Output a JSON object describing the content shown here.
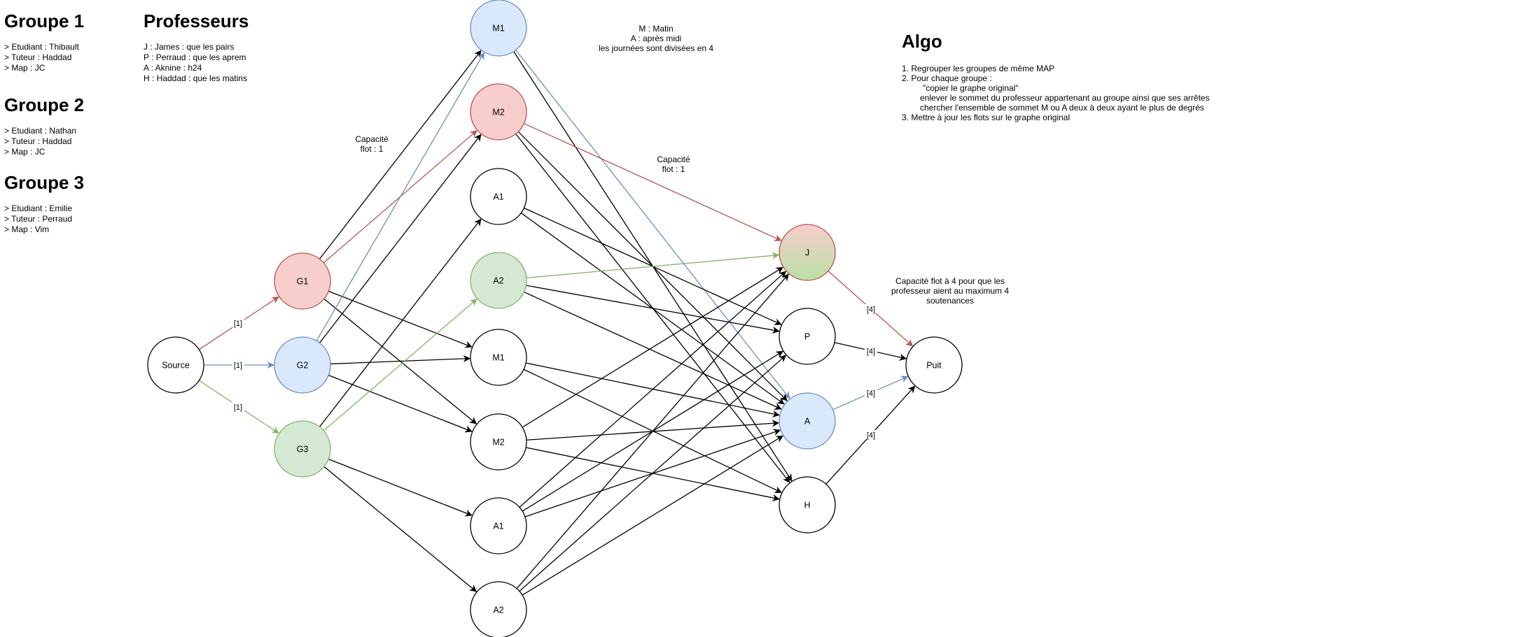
{
  "groups": [
    {
      "title": "Groupe 1",
      "lines": [
        "> Etudiant : Thibault",
        "> Tuteur : Haddad",
        "> Map : JC"
      ]
    },
    {
      "title": "Groupe 2",
      "lines": [
        "> Etudiant : Nathan",
        "> Tuteur : Haddad",
        "> Map : JC"
      ]
    },
    {
      "title": "Groupe 3",
      "lines": [
        "> Etudiant : Emilie",
        "> Tuteur : Perraud",
        "> Map : Vim"
      ]
    }
  ],
  "professeurs": {
    "title": "Professeurs",
    "lines": [
      "J : James : que les pairs",
      "P : Perraud : que les aprem",
      "A : Aknine : h24",
      "H : Haddad : que les matins"
    ]
  },
  "legend": {
    "lines": [
      "M : Matin",
      "A : après midi",
      "les journées sont divisées en 4"
    ]
  },
  "algo": {
    "title": "Algo",
    "steps": [
      "1. Regrouper les groupes de même MAP",
      "2. Pour chaque groupe :",
      "\"copier le graphe original\"",
      "enlever le sommet du professeur appartenant au groupe ainsi que ses arrêtes",
      "chercher l'ensemble de sommet M ou A deux à deux ayant le plus de degrés",
      "3. Mettre à jour les flots sur le graphe original"
    ]
  },
  "annotations": {
    "capacity_left": [
      "Capacité",
      "flot : 1"
    ],
    "capacity_right": [
      "Capacité",
      "flot : 1"
    ],
    "capacity_prof": [
      "Capacité flot à 4 pour que les",
      "professeur aient au maximum 4",
      "soutenances"
    ]
  },
  "colors": {
    "red_fill": "#f8cecc",
    "red_stroke": "#b85450",
    "blue_fill": "#dae8fc",
    "blue_stroke": "#6c8ebf",
    "green_fill": "#d5e8d4",
    "green_stroke": "#82b366",
    "white_fill": "#ffffff",
    "black_stroke": "#000000"
  },
  "nodes": [
    {
      "id": "source",
      "label": "Source",
      "style": "white"
    },
    {
      "id": "g1",
      "label": "G1",
      "style": "red"
    },
    {
      "id": "g2",
      "label": "G2",
      "style": "blue"
    },
    {
      "id": "g3",
      "label": "G3",
      "style": "green"
    },
    {
      "id": "m1a",
      "label": "M1",
      "style": "blue"
    },
    {
      "id": "m2a",
      "label": "M2",
      "style": "red"
    },
    {
      "id": "a1a",
      "label": "A1",
      "style": "white"
    },
    {
      "id": "a2a",
      "label": "A2",
      "style": "green"
    },
    {
      "id": "m1b",
      "label": "M1",
      "style": "white"
    },
    {
      "id": "m2b",
      "label": "M2",
      "style": "white"
    },
    {
      "id": "a1b",
      "label": "A1",
      "style": "white"
    },
    {
      "id": "a2b",
      "label": "A2",
      "style": "white"
    },
    {
      "id": "j",
      "label": "J",
      "style": "gradient"
    },
    {
      "id": "p",
      "label": "P",
      "style": "white"
    },
    {
      "id": "a",
      "label": "A",
      "style": "blue"
    },
    {
      "id": "h",
      "label": "H",
      "style": "white"
    },
    {
      "id": "puit",
      "label": "Puit",
      "style": "white"
    }
  ],
  "edges": [
    {
      "from": "source",
      "to": "g1",
      "color": "red",
      "label": "[1]"
    },
    {
      "from": "source",
      "to": "g2",
      "color": "blue",
      "label": "[1]"
    },
    {
      "from": "source",
      "to": "g3",
      "color": "green",
      "label": "[1]"
    },
    {
      "from": "g1",
      "to": "m1a",
      "color": "black"
    },
    {
      "from": "g1",
      "to": "m2a",
      "color": "red"
    },
    {
      "from": "g1",
      "to": "m1b",
      "color": "black"
    },
    {
      "from": "g1",
      "to": "m2b",
      "color": "black"
    },
    {
      "from": "g2",
      "to": "m1a",
      "color": "blue"
    },
    {
      "from": "g2",
      "to": "m2a",
      "color": "black"
    },
    {
      "from": "g2",
      "to": "m1b",
      "color": "black"
    },
    {
      "from": "g2",
      "to": "m2b",
      "color": "black"
    },
    {
      "from": "g3",
      "to": "a1a",
      "color": "black"
    },
    {
      "from": "g3",
      "to": "a2a",
      "color": "green"
    },
    {
      "from": "g3",
      "to": "a1b",
      "color": "black"
    },
    {
      "from": "g3",
      "to": "a2b",
      "color": "black"
    },
    {
      "from": "m1a",
      "to": "a",
      "color": "blue"
    },
    {
      "from": "m1a",
      "to": "h",
      "color": "black"
    },
    {
      "from": "m2a",
      "to": "j",
      "color": "red"
    },
    {
      "from": "m2a",
      "to": "a",
      "color": "black"
    },
    {
      "from": "m2a",
      "to": "h",
      "color": "black"
    },
    {
      "from": "a1a",
      "to": "p",
      "color": "black"
    },
    {
      "from": "a1a",
      "to": "a",
      "color": "black"
    },
    {
      "from": "a2a",
      "to": "j",
      "color": "green"
    },
    {
      "from": "a2a",
      "to": "p",
      "color": "black"
    },
    {
      "from": "a2a",
      "to": "a",
      "color": "black"
    },
    {
      "from": "m1b",
      "to": "a",
      "color": "black"
    },
    {
      "from": "m1b",
      "to": "h",
      "color": "black"
    },
    {
      "from": "m2b",
      "to": "j",
      "color": "black"
    },
    {
      "from": "m2b",
      "to": "a",
      "color": "black"
    },
    {
      "from": "m2b",
      "to": "h",
      "color": "black"
    },
    {
      "from": "a1b",
      "to": "j",
      "color": "black"
    },
    {
      "from": "a1b",
      "to": "p",
      "color": "black"
    },
    {
      "from": "a1b",
      "to": "a",
      "color": "black"
    },
    {
      "from": "a2b",
      "to": "j",
      "color": "black"
    },
    {
      "from": "a2b",
      "to": "p",
      "color": "black"
    },
    {
      "from": "a2b",
      "to": "a",
      "color": "black"
    },
    {
      "from": "j",
      "to": "puit",
      "color": "red",
      "label": "[4]"
    },
    {
      "from": "p",
      "to": "puit",
      "color": "black",
      "label": "[4]"
    },
    {
      "from": "a",
      "to": "puit",
      "color": "blue",
      "label": "[4]"
    },
    {
      "from": "h",
      "to": "puit",
      "color": "black",
      "label": "[4]"
    }
  ]
}
